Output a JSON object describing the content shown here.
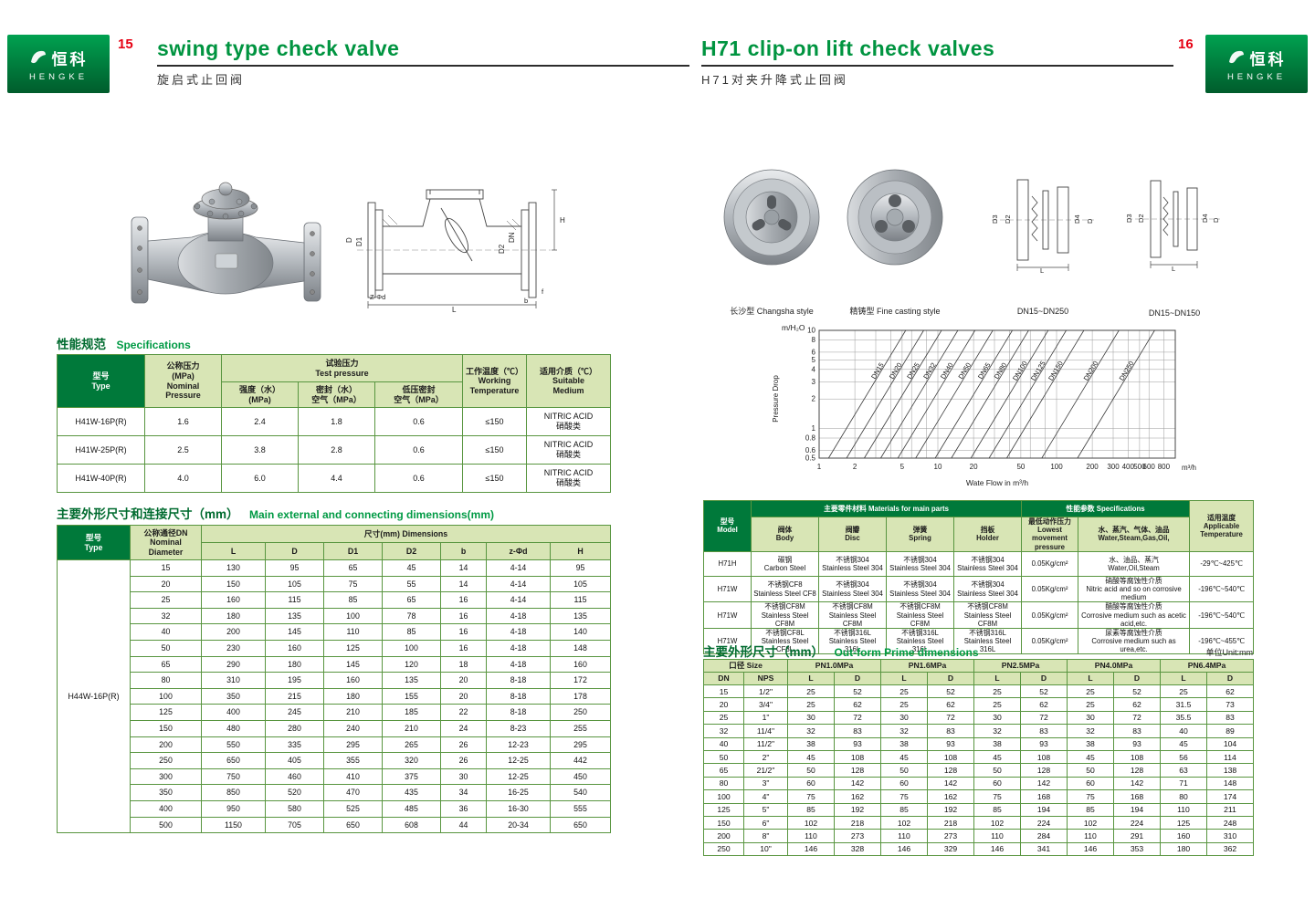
{
  "brand": {
    "cn": "恒科",
    "en": "HENGKE"
  },
  "left": {
    "page_no": "15",
    "title_en": "swing type check valve",
    "title_cn": "旋启式止回阀",
    "sec1": "性能规范",
    "sec1_en": "Specifications",
    "sec2": "主要外形尺寸和连接尺寸（mm）",
    "sec2_en": "Main external and connecting dimensions(mm)",
    "spec": {
      "h_model": "型号\nType",
      "h_nominal": "公称压力\n(MPa)\nNominal\nPressure",
      "h_test": "试验压力\nTest pressure",
      "h_strength": "强度（水）\n(MPa)",
      "h_seal": "密封（水）\n空气（MPa）",
      "h_lowseal": "低压密封\n空气（MPa）",
      "h_temp": "工作温度（℃）\nWorking\nTemperature",
      "h_medium": "适用介质（℃）\nSuitable\nMedium",
      "rows": [
        [
          "H41W-16P(R)",
          "1.6",
          "2.4",
          "1.8",
          "0.6",
          "≤150",
          "NITRIC ACID\n硝酸类"
        ],
        [
          "H41W-25P(R)",
          "2.5",
          "3.8",
          "2.8",
          "0.6",
          "≤150",
          "NITRIC ACID\n硝酸类"
        ],
        [
          "H41W-40P(R)",
          "4.0",
          "6.0",
          "4.4",
          "0.6",
          "≤150",
          "NITRIC ACID\n硝酸类"
        ]
      ]
    },
    "dims": {
      "h_model": "型号\nType",
      "h_dn": "公称通径DN\nNominal\nDiameter",
      "h_size": "尺寸(mm) Dimensions",
      "cols": [
        "L",
        "D",
        "D1",
        "D2",
        "b",
        "z-Φd",
        "H"
      ],
      "model": "H44W-16P(R)",
      "rows": [
        [
          "15",
          "130",
          "95",
          "65",
          "45",
          "14",
          "4-14",
          "95"
        ],
        [
          "20",
          "150",
          "105",
          "75",
          "55",
          "14",
          "4-14",
          "105"
        ],
        [
          "25",
          "160",
          "115",
          "85",
          "65",
          "16",
          "4-14",
          "115"
        ],
        [
          "32",
          "180",
          "135",
          "100",
          "78",
          "16",
          "4-18",
          "135"
        ],
        [
          "40",
          "200",
          "145",
          "110",
          "85",
          "16",
          "4-18",
          "140"
        ],
        [
          "50",
          "230",
          "160",
          "125",
          "100",
          "16",
          "4-18",
          "148"
        ],
        [
          "65",
          "290",
          "180",
          "145",
          "120",
          "18",
          "4-18",
          "160"
        ],
        [
          "80",
          "310",
          "195",
          "160",
          "135",
          "20",
          "8-18",
          "172"
        ],
        [
          "100",
          "350",
          "215",
          "180",
          "155",
          "20",
          "8-18",
          "178"
        ],
        [
          "125",
          "400",
          "245",
          "210",
          "185",
          "22",
          "8-18",
          "250"
        ],
        [
          "150",
          "480",
          "280",
          "240",
          "210",
          "24",
          "8-23",
          "255"
        ],
        [
          "200",
          "550",
          "335",
          "295",
          "265",
          "26",
          "12-23",
          "295"
        ],
        [
          "250",
          "650",
          "405",
          "355",
          "320",
          "26",
          "12-25",
          "442"
        ],
        [
          "300",
          "750",
          "460",
          "410",
          "375",
          "30",
          "12-25",
          "450"
        ],
        [
          "350",
          "850",
          "520",
          "470",
          "435",
          "34",
          "16-25",
          "540"
        ],
        [
          "400",
          "950",
          "580",
          "525",
          "485",
          "36",
          "16-30",
          "555"
        ],
        [
          "500",
          "1150",
          "705",
          "650",
          "608",
          "44",
          "20-34",
          "650"
        ]
      ]
    },
    "draw": {
      "h": "H",
      "d": "D",
      "d1": "D1",
      "dn": "DN",
      "d2": "D2",
      "z": "Z-Φd",
      "l": "L",
      "b": "b",
      "f": "f"
    }
  },
  "right": {
    "page_no": "16",
    "title_en": "H71 clip-on lift check valves",
    "title_cn": "H71对夹升降式止回阀",
    "caps": {
      "c1": "长沙型 Changsha style",
      "c2": "精铸型 Fine casting style",
      "c3": "DN15~DN250",
      "c4": "DN15~DN150"
    },
    "chart": {
      "type": "line",
      "y_unit": "m/H₂O",
      "y_label": "Pressure Drop",
      "x_label": "Wate Flow in m³/h",
      "x_unit": "m³/h",
      "y_ticks": [
        10,
        8,
        6,
        5,
        4,
        3,
        2,
        1,
        0.8,
        0.6,
        0.5
      ],
      "x_ticks": [
        1,
        2,
        5,
        10,
        20,
        50,
        100,
        200,
        300,
        400,
        500,
        600,
        800
      ],
      "lines": [
        "DN15",
        "DN20",
        "DN25",
        "DN32",
        "DN40",
        "DN50",
        "DN65",
        "DN80",
        "DN100",
        "DN125",
        "DN150",
        "DN200",
        "DN250"
      ]
    },
    "mat": {
      "h_model": "型号\nModel",
      "h_main": "主要零件材料 Materials for main parts",
      "h_perf": "性能参数 Specifications",
      "h_temp": "适用温度\nApplicable\nTemperature",
      "h_body": "阀体\nBody",
      "h_disc": "阀瓣\nDisc",
      "h_spring": "弹簧\nSpring",
      "h_holder": "挡板\nHolder",
      "h_minp": "最低动作压力\nLowest movement\npressure",
      "h_med": "水、蒸汽、气体、油品\nWater,Steam,Gas,Oil,",
      "rows": [
        [
          "H71H",
          "碳钢\nCarbon Steel",
          "不锈钢304\nStainless Steel 304",
          "不锈钢304\nStainless Steel 304",
          "不锈钢304\nStainless Steel 304",
          "0.05Kg/cm²",
          "水、油品、蒸汽\nWater,Oil,Steam",
          "-29℃~425℃"
        ],
        [
          "H71W",
          "不锈钢CF8\nStainless Steel CF8",
          "不锈钢304\nStainless Steel 304",
          "不锈钢304\nStainless Steel 304",
          "不锈钢304\nStainless Steel 304",
          "0.05Kg/cm²",
          "硝酸等腐蚀性介质\nNitric acid and so on corrosive medium",
          "-196℃~540℃"
        ],
        [
          "H71W",
          "不锈钢CF8M\nStainless Steel CF8M",
          "不锈钢CF8M\nStainless Steel CF8M",
          "不锈钢CF8M\nStainless Steel CF8M",
          "不锈钢CF8M\nStainless Steel CF8M",
          "0.05Kg/cm²",
          "醋酸等腐蚀性介质\nCorrosive medium such as acetic acid,etc.",
          "-196℃~540℃"
        ],
        [
          "H71W",
          "不锈钢CF8L\nStainless Steel CF8L",
          "不锈钢316L\nStainless Steel 316L",
          "不锈钢316L\nStainless Steel 316L",
          "不锈钢316L\nStainless Steel 316L",
          "0.05Kg/cm²",
          "尿素等腐蚀性介质\nCorrosive medium such as urea,etc.",
          "-196℃~455℃"
        ]
      ]
    },
    "sec2": "主要外形尺寸（mm）",
    "sec2_en": "Out-form Prime dimensions",
    "unit_note": "单位Unit:mm",
    "out": {
      "h_size": "口径 Size",
      "h_dn": "DN",
      "h_nps": "NPS",
      "h_l": "L",
      "h_d": "D",
      "pn": [
        "PN1.0MPa",
        "PN1.6MPa",
        "PN2.5MPa",
        "PN4.0MPa",
        "PN6.4MPa"
      ],
      "rows": [
        [
          "15",
          "1/2\"",
          "25",
          "52",
          "25",
          "52",
          "25",
          "52",
          "25",
          "52",
          "25",
          "62"
        ],
        [
          "20",
          "3/4\"",
          "25",
          "62",
          "25",
          "62",
          "25",
          "62",
          "25",
          "62",
          "31.5",
          "73"
        ],
        [
          "25",
          "1\"",
          "30",
          "72",
          "30",
          "72",
          "30",
          "72",
          "30",
          "72",
          "35.5",
          "83"
        ],
        [
          "32",
          "11/4\"",
          "32",
          "83",
          "32",
          "83",
          "32",
          "83",
          "32",
          "83",
          "40",
          "89"
        ],
        [
          "40",
          "11/2\"",
          "38",
          "93",
          "38",
          "93",
          "38",
          "93",
          "38",
          "93",
          "45",
          "104"
        ],
        [
          "50",
          "2\"",
          "45",
          "108",
          "45",
          "108",
          "45",
          "108",
          "45",
          "108",
          "56",
          "114"
        ],
        [
          "65",
          "21/2\"",
          "50",
          "128",
          "50",
          "128",
          "50",
          "128",
          "50",
          "128",
          "63",
          "138"
        ],
        [
          "80",
          "3\"",
          "60",
          "142",
          "60",
          "142",
          "60",
          "142",
          "60",
          "142",
          "71",
          "148"
        ],
        [
          "100",
          "4\"",
          "75",
          "162",
          "75",
          "162",
          "75",
          "168",
          "75",
          "168",
          "80",
          "174"
        ],
        [
          "125",
          "5\"",
          "85",
          "192",
          "85",
          "192",
          "85",
          "194",
          "85",
          "194",
          "110",
          "211"
        ],
        [
          "150",
          "6\"",
          "102",
          "218",
          "102",
          "218",
          "102",
          "224",
          "102",
          "224",
          "125",
          "248"
        ],
        [
          "200",
          "8\"",
          "110",
          "273",
          "110",
          "273",
          "110",
          "284",
          "110",
          "291",
          "160",
          "310"
        ],
        [
          "250",
          "10\"",
          "146",
          "328",
          "146",
          "329",
          "146",
          "341",
          "146",
          "353",
          "180",
          "362"
        ]
      ]
    },
    "draw": {
      "d3": "D3",
      "d2": "D2",
      "d": "D",
      "d4": "D4",
      "l": "L"
    }
  }
}
